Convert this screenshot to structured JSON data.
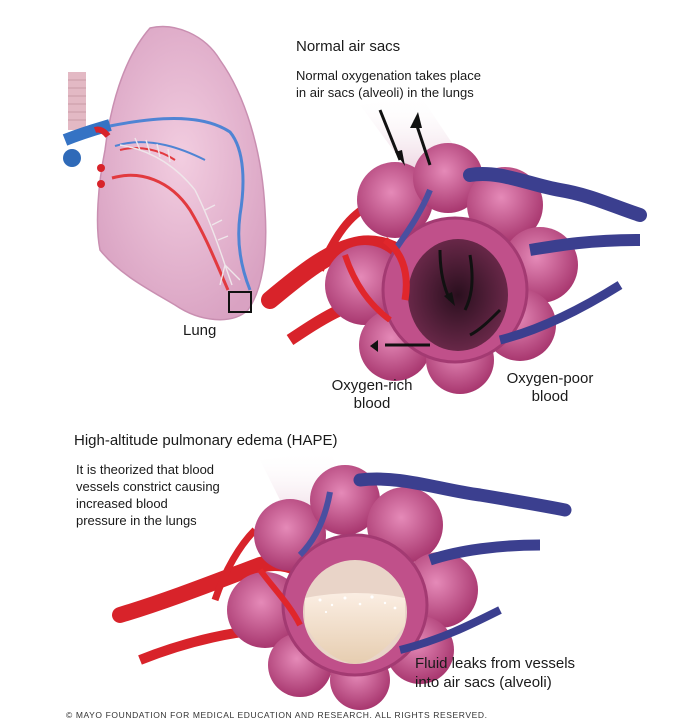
{
  "normal": {
    "title": "Normal air sacs",
    "desc_line1": "Normal oxygenation takes place",
    "desc_line2": "in air sacs (alveoli) in the lungs",
    "oxygen_rich_line1": "Oxygen-rich",
    "oxygen_rich_line2": "blood",
    "oxygen_poor_line1": "Oxygen-poor",
    "oxygen_poor_line2": "blood"
  },
  "lung": {
    "label": "Lung"
  },
  "hape": {
    "title": "High-altitude pulmonary edema (HAPE)",
    "desc_line1": "It is theorized that blood",
    "desc_line2": "vessels constrict causing",
    "desc_line3": "increased blood",
    "desc_line4": "pressure in the lungs",
    "fluid_line1": "Fluid leaks from vessels",
    "fluid_line2": "into air sacs (alveoli)"
  },
  "footer": {
    "copyright": "© MAYO FOUNDATION FOR MEDICAL EDUCATION AND RESEARCH. ALL RIGHTS RESERVED."
  },
  "colors": {
    "lung_pink": "#e8b8d2",
    "alveoli_pink": "#c2538c",
    "artery_red": "#d8232a",
    "vein_blue": "#3b3f8f",
    "fluid_cream": "#f1dec4"
  }
}
